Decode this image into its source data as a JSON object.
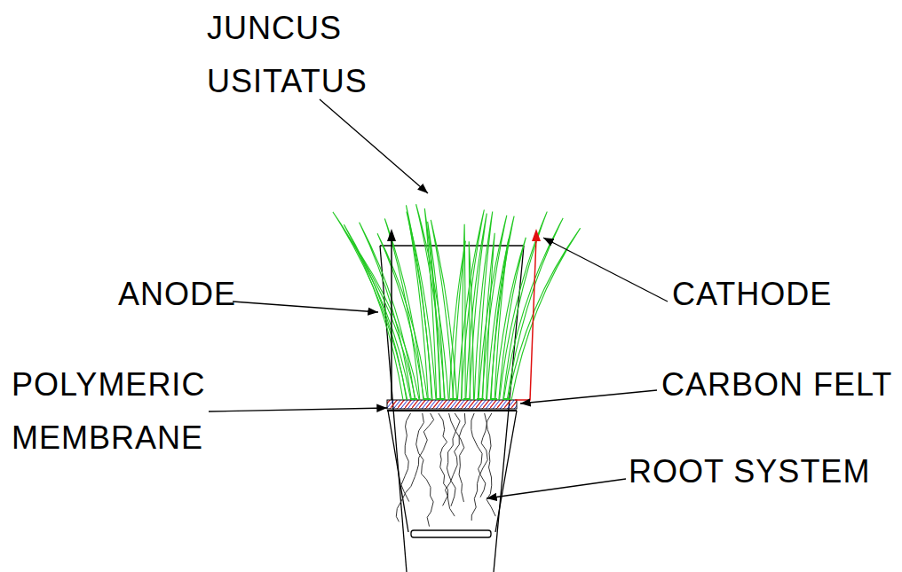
{
  "diagram": {
    "labels": [
      "JUNCUS USITATUS",
      "ANODE",
      "CATHODE",
      "POLYMERIC MEMBRANE",
      "CARBON FELT",
      "ROOT SYSTEM"
    ]
  }
}
